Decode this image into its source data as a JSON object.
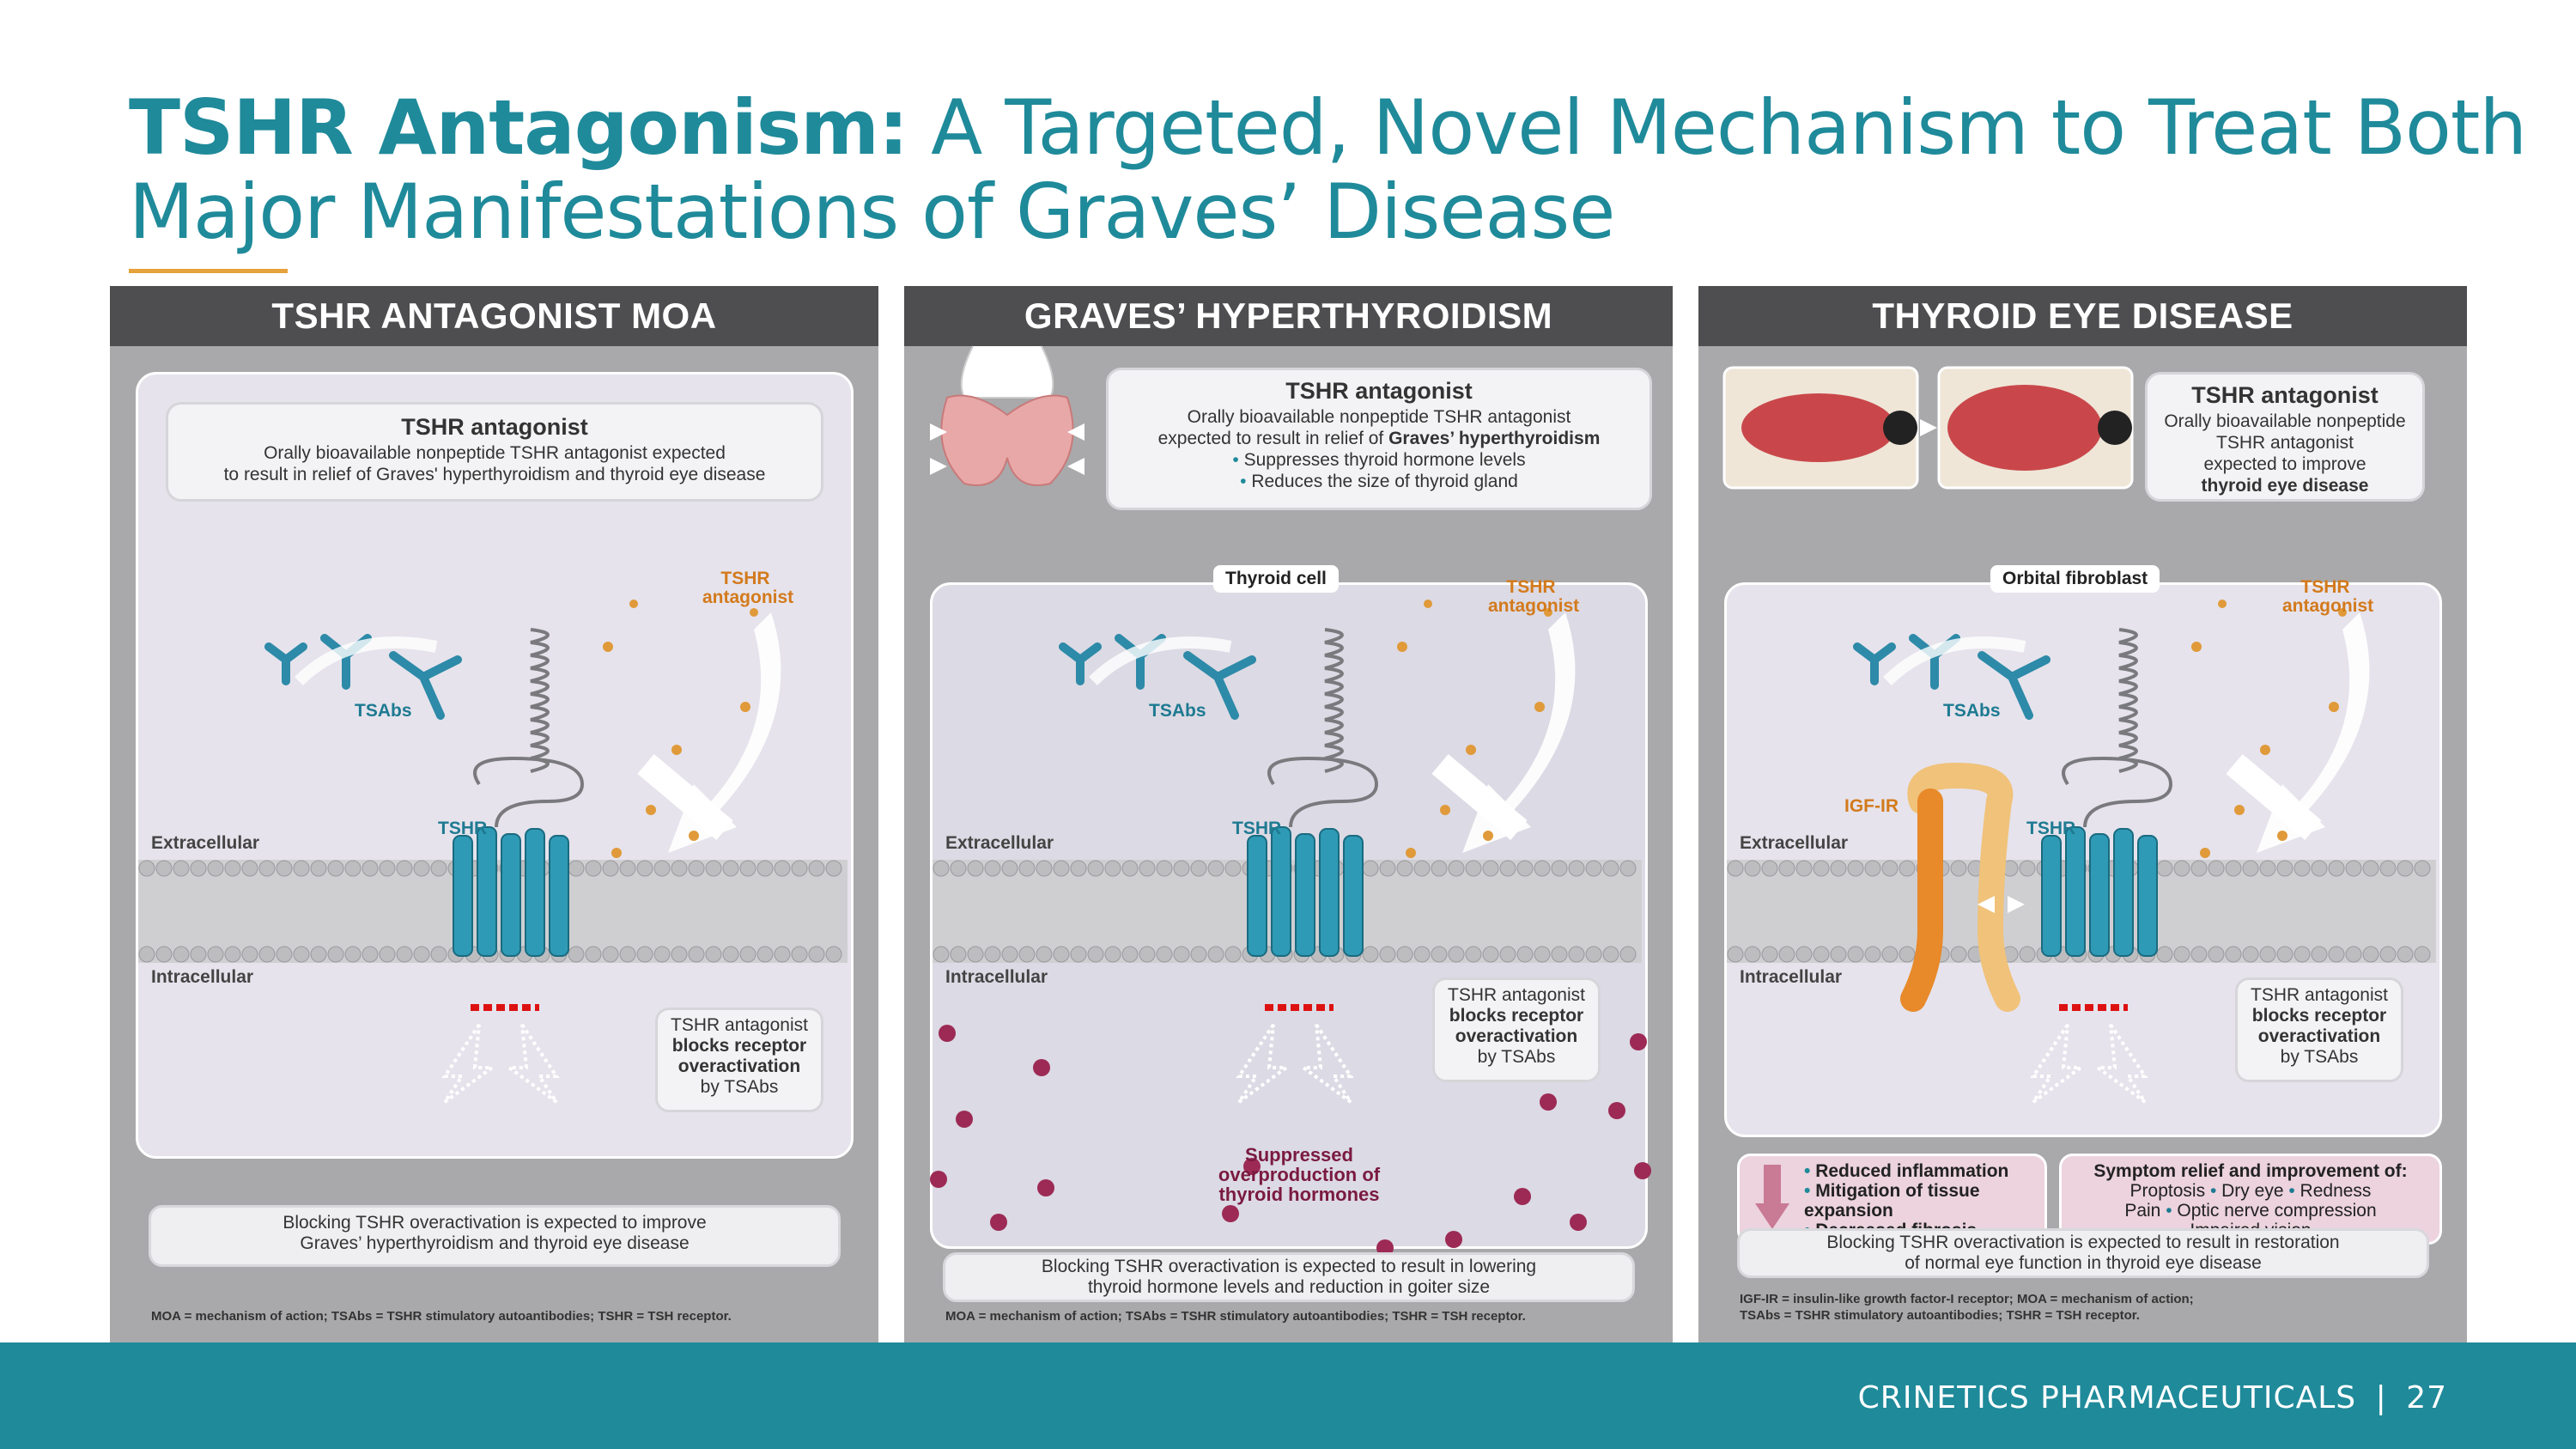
{
  "slide": {
    "title_bold": "TSHR Antagonism:",
    "title_rest": "A Targeted, Novel Mechanism to Treat Both Major Manifestations of Graves’ Disease",
    "footer_company": "CRINETICS PHARMACEUTICALS",
    "footer_sep": "|",
    "page_number": "27"
  },
  "panels": [
    {
      "header": "TSHR ANTAGONIST MOA",
      "callout_title": "TSHR antagonist",
      "callout_line1": "Orally bioavailable nonpeptide TSHR antagonist expected",
      "callout_line2": "to result in relief of Graves' hyperthyroidism and thyroid eye disease",
      "tsabs": "TSAbs",
      "tshr": "TSHR",
      "antagonist_label": "TSHR antagonist",
      "extracellular": "Extracellular",
      "intracellular": "Intracellular",
      "blocks_l1": "TSHR antagonist",
      "blocks_l2": "blocks receptor",
      "blocks_l3": "overactivation",
      "blocks_l4": "by TSAbs",
      "bottom_l1": "Blocking TSHR overactivation is expected to improve",
      "bottom_l2": "Graves’ hyperthyroidism and thyroid eye disease",
      "footnote": "MOA = mechanism of action; TSAbs = TSHR stimulatory autoantibodies; TSHR = TSH receptor."
    },
    {
      "header": "GRAVES’ HYPERTHYROIDISM",
      "callout_title": "TSHR antagonist",
      "callout_line1": "Orally bioavailable nonpeptide TSHR antagonist",
      "callout_line2a": "expected to result in relief of ",
      "callout_line2b": "Graves’ hyperthyroidism",
      "bullet1": "Suppresses thyroid hormone levels",
      "bullet2": "Reduces the size of thyroid gland",
      "cell_label": "Thyroid cell",
      "tsabs": "TSAbs",
      "tshr": "TSHR",
      "antagonist_label": "TSHR antagonist",
      "extracellular": "Extracellular",
      "intracellular": "Intracellular",
      "blocks_l1": "TSHR antagonist",
      "blocks_l2": "blocks receptor",
      "blocks_l3": "overactivation",
      "blocks_l4": "by TSAbs",
      "suppressed_l1": "Suppressed",
      "suppressed_l2": "overproduction of",
      "suppressed_l3": "thyroid hormones",
      "bottom_l1": "Blocking TSHR overactivation is expected to result in lowering",
      "bottom_l2": "thyroid hormone levels and reduction in goiter size",
      "footnote": "MOA = mechanism of action; TSAbs = TSHR stimulatory autoantibodies; TSHR = TSH receptor."
    },
    {
      "header": "THYROID EYE DISEASE",
      "callout_title": "TSHR antagonist",
      "callout_line1": "Orally bioavailable nonpeptide",
      "callout_line2": "TSHR antagonist",
      "callout_line3": "expected to improve",
      "callout_line4": "thyroid eye disease",
      "cell_label": "Orbital fibroblast",
      "tsabs": "TSAbs",
      "tshr": "TSHR",
      "igf": "IGF-IR",
      "antagonist_label": "TSHR antagonist",
      "extracellular": "Extracellular",
      "intracellular": "Intracellular",
      "blocks_l1": "TSHR antagonist",
      "blocks_l2": "blocks receptor",
      "blocks_l3": "overactivation",
      "blocks_l4": "by TSAbs",
      "effects": [
        "Reduced inflammation",
        "Mitigation of tissue expansion",
        "Decreased fibrosis"
      ],
      "relief_title": "Symptom relief and improvement of:",
      "relief_l1a": "Proptosis",
      "relief_l1b": "Dry eye",
      "relief_l1c": "Redness",
      "relief_l2a": "Pain",
      "relief_l2b": "Optic nerve compression",
      "relief_l3": "Impaired vision",
      "dot": "•",
      "bottom_l1": "Blocking TSHR overactivation is expected to result in restoration",
      "bottom_l2": "of normal eye function in thyroid eye disease",
      "footnote_l1": "IGF-IR = insulin-like growth factor-I receptor; MOA = mechanism of action;",
      "footnote_l2": "TSAbs = TSHR stimulatory autoantibodies; TSHR = TSH receptor."
    }
  ],
  "colors": {
    "teal": "#1f8a9a",
    "antibody": "#2d8aa8",
    "antagonist_orange": "#e09a3a",
    "hormone": "#9c2a55",
    "header_gray": "#4e4e50",
    "accent_underline": "#e6a23c"
  }
}
